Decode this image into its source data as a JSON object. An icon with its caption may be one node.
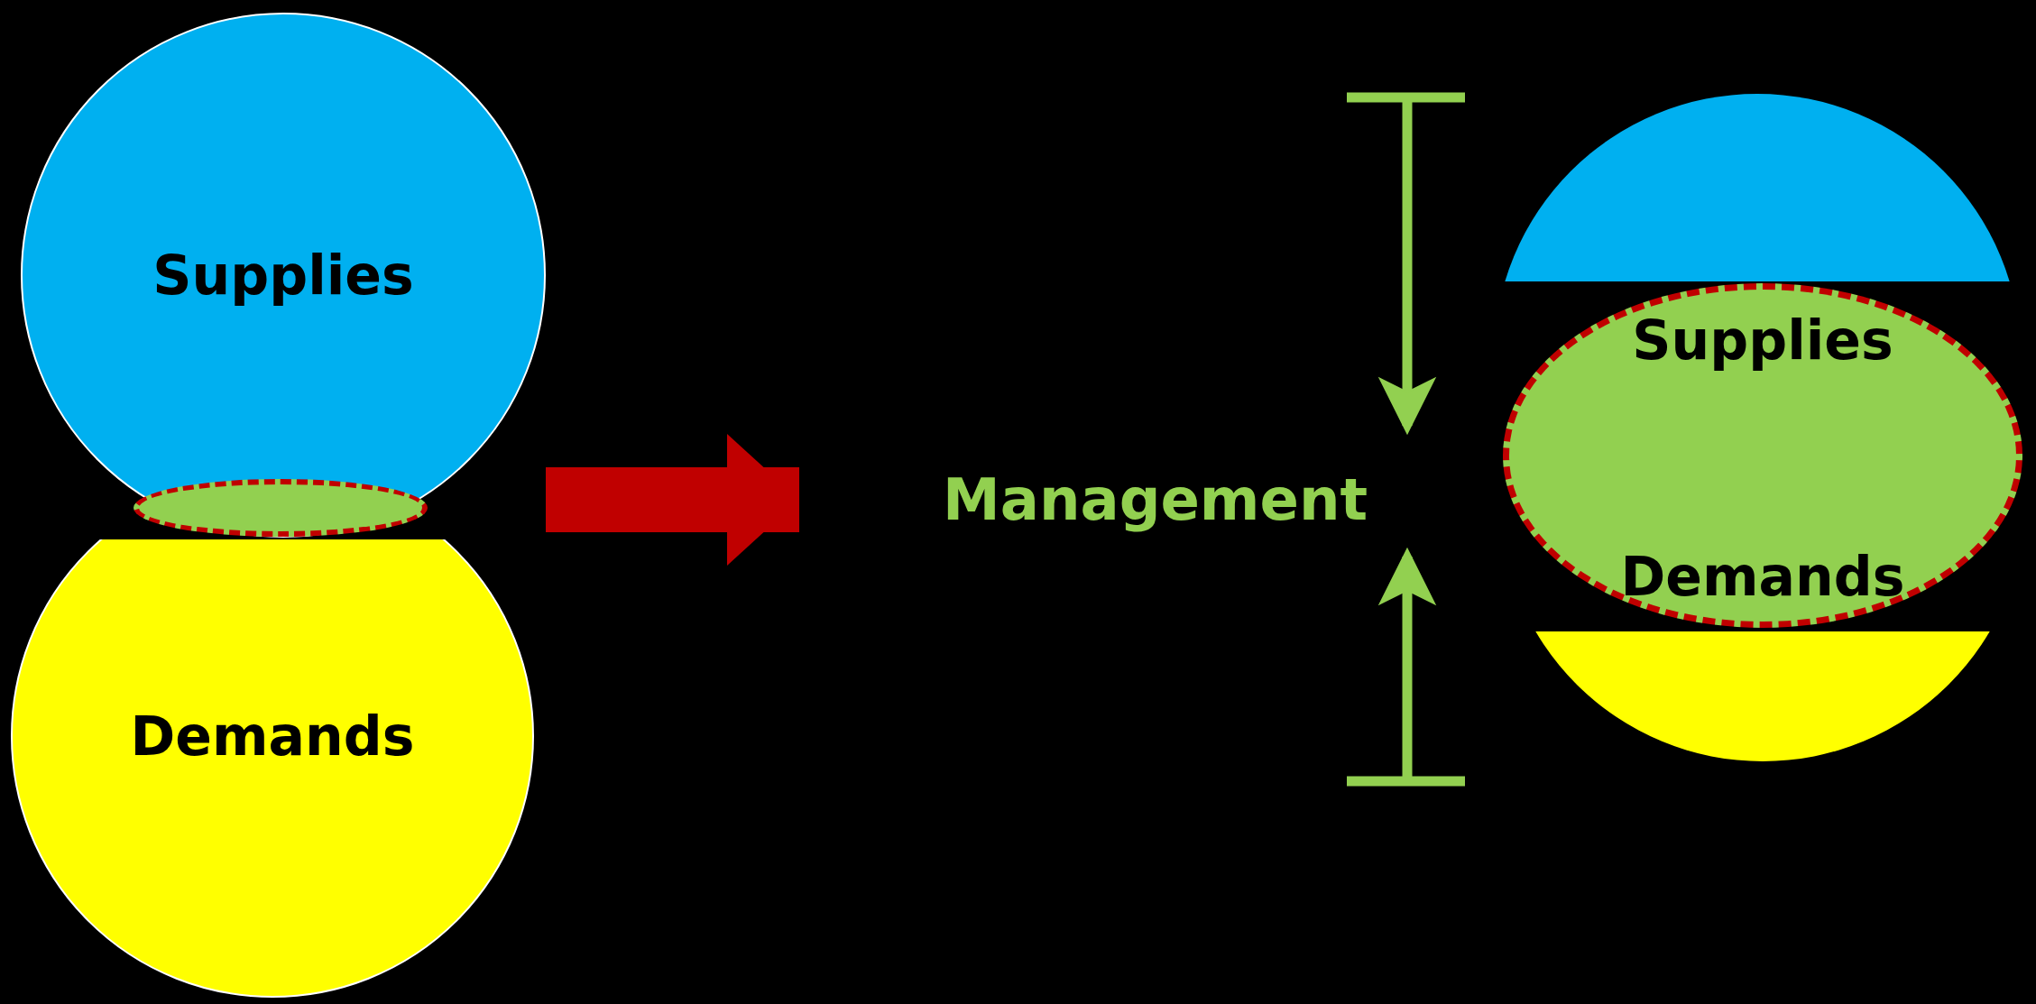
{
  "diagram": {
    "nodes": [
      {
        "text": [
          "Supplies"
        ]
      },
      {
        "text": [
          "Demands"
        ]
      },
      {
        "text": [],
        "shape": "ellipse"
      },
      {
        "text": [
          "Management"
        ]
      },
      {
        "text": [],
        "shape": "circle"
      },
      {
        "text": [],
        "shape": "circle"
      },
      {
        "text": [
          "Supplies",
          "Demands"
        ]
      }
    ],
    "edges": [
      {
        "from": 0,
        "to": 3,
        "arrow": "to"
      }
    ]
  }
}
